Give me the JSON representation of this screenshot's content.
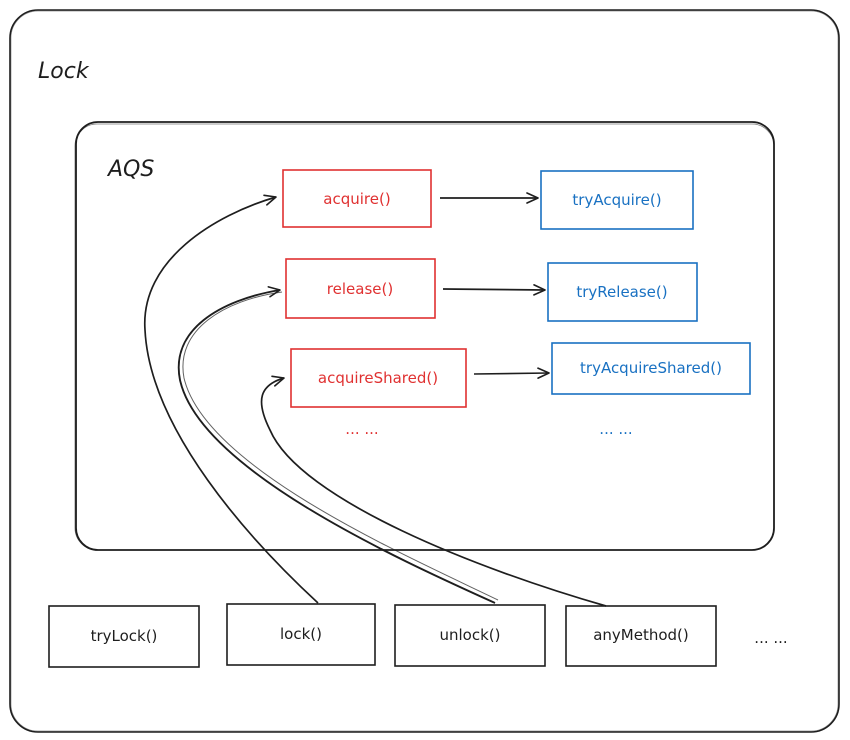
{
  "lock": {
    "title": "Lock"
  },
  "aqs": {
    "title": "AQS",
    "methods": [
      {
        "name": "acquire()"
      },
      {
        "name": "release()"
      },
      {
        "name": "acquireShared()"
      }
    ],
    "more_methods": "... ...",
    "try_methods": [
      {
        "name": "tryAcquire()"
      },
      {
        "name": "tryRelease()"
      },
      {
        "name": "tryAcquireShared()"
      }
    ],
    "more_try_methods": "... ..."
  },
  "lock_methods": [
    {
      "name": "tryLock()"
    },
    {
      "name": "lock()"
    },
    {
      "name": "unlock()"
    },
    {
      "name": "anyMethod()"
    }
  ],
  "lock_more": "... ...",
  "colors": {
    "stroke": "#1e1e1e",
    "red": "#e03131",
    "blue": "#1971c2"
  }
}
